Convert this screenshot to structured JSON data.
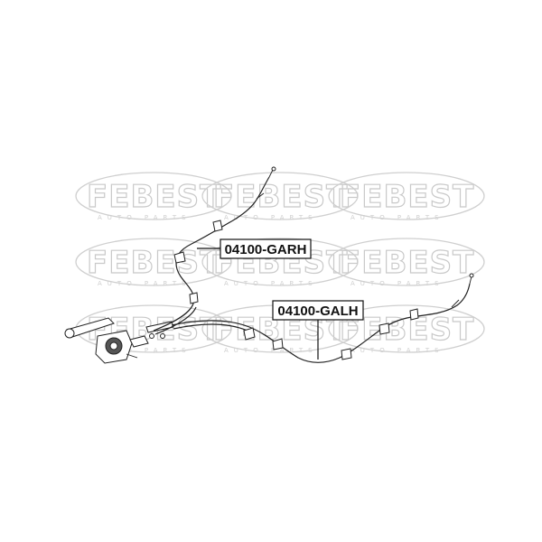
{
  "watermark": {
    "brand": "FEBEST",
    "sub": "AUTO PARTS"
  },
  "labels": {
    "right_cable": "04100-GARH",
    "left_cable": "04100-GALH"
  }
}
